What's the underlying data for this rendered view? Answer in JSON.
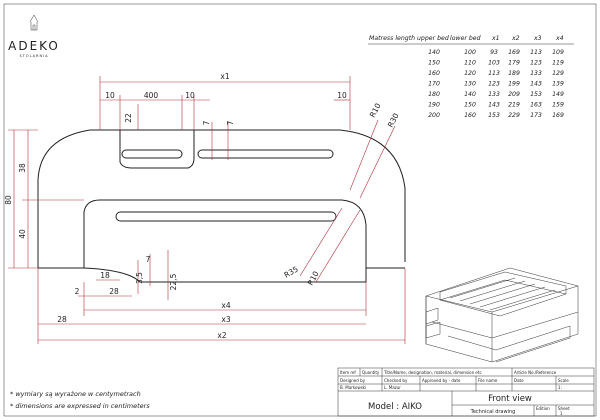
{
  "brand": {
    "name": "ADEKO",
    "tagline": "STOLARNIA"
  },
  "mattress_table": {
    "headers": [
      "Matress length upper bed",
      "lower bed",
      "x1",
      "x2",
      "x3",
      "x4"
    ],
    "rows": [
      [
        "140",
        "100",
        "93",
        "169",
        "113",
        "109"
      ],
      [
        "150",
        "110",
        "103",
        "179",
        "123",
        "119"
      ],
      [
        "160",
        "120",
        "113",
        "189",
        "133",
        "129"
      ],
      [
        "170",
        "130",
        "123",
        "199",
        "143",
        "139"
      ],
      [
        "180",
        "140",
        "133",
        "209",
        "153",
        "149"
      ],
      [
        "190",
        "150",
        "143",
        "219",
        "163",
        "159"
      ],
      [
        "200",
        "160",
        "153",
        "229",
        "173",
        "169"
      ]
    ]
  },
  "dimensions": {
    "top_x1": "x1",
    "d10a": "10",
    "d400": "400",
    "d10b": "10",
    "d10c": "10",
    "d22": "22",
    "d7a": "7",
    "d7b": "7",
    "d38": "38",
    "d80": "80",
    "d40": "40",
    "d18": "18",
    "d35": "3,5",
    "d7c": "7",
    "d225": "22,5",
    "d2": "2",
    "d28a": "28",
    "x4": "x4",
    "d28b": "28",
    "x3": "x3",
    "x2": "x2",
    "r10a": "R10",
    "r30": "R30",
    "r35": "R35",
    "r10b": "R10"
  },
  "notes": {
    "pl": "* wymiary są wyrażone w centymetrach",
    "en": "* dimensions are expressed in centimeters"
  },
  "title_block": {
    "r1": [
      "Item ref",
      "Quantity",
      "Title/Name, designation, material, dimension etc",
      "Article No./Reference"
    ],
    "r2": [
      "Designed by",
      "Checked by",
      "Approved by - date",
      "File name",
      "Date",
      "Scale"
    ],
    "r3": [
      "B. Markowski",
      "L. Mazur",
      "",
      "",
      "",
      "1:"
    ],
    "model": "Model : AIKO",
    "view": "Front view",
    "drawing_type": "Technical drawing",
    "edition_label": "Edition",
    "sheet_label": "Sheet",
    "sheet_value": "1"
  }
}
